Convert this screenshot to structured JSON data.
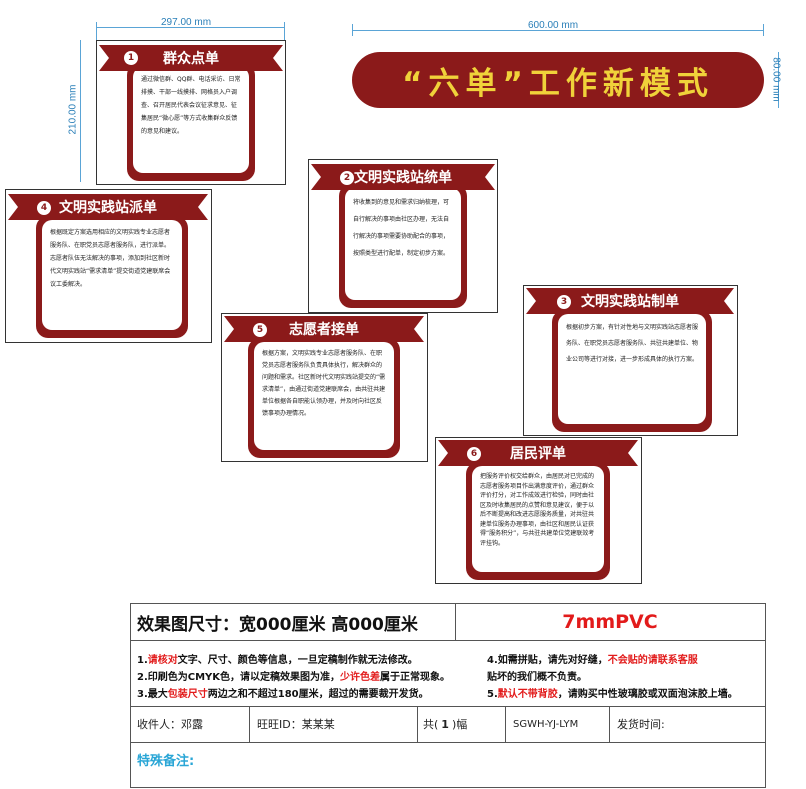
{
  "dimensions": {
    "width_label": "297.00 mm",
    "height_label": "210.00 mm",
    "banner_width_label": "600.00 mm",
    "banner_height_label": "80.00 mm"
  },
  "banner": {
    "title": "“六单”工作新模式"
  },
  "signs": [
    {
      "number": "1",
      "title": "群众点单",
      "text": "通过微信群、QQ群、电话采访、日常排摸、干部一线摸排、网格员入户调查、召开居民代表会议征求意见、征集居民“微心愿”等方式收集群众反馈的意见和建议。"
    },
    {
      "number": "2",
      "title": "文明实践站统单",
      "text": "将收集到的意见和需求归纳梳理，可自行解决的事项由社区办理，无法自行解决的事项需要协助配合的事项，按照类型进行配单，制定初步方案。"
    },
    {
      "number": "3",
      "title": "文明实践站制单",
      "text": "根据初步方案，有针对性地与文明实践站志愿者服务队、在职党员志愿者服务队、共驻共建单位、物业公司等进行对接，进一步形成具体的执行方案。"
    },
    {
      "number": "4",
      "title": "文明实践站派单",
      "text": "根据既定方案选用相应的文明实践专业志愿者服务队、在职党员志愿者服务队，进行派单。志愿者队伍无法解决的事项，添加到社区新时代文明实践站“需求清单”提交街道党建联席会议工委解决。"
    },
    {
      "number": "5",
      "title": "志愿者接单",
      "text": "根据方案，文明实践专业志愿者服务队、在职党员志愿者服务队负责具体执行，解决群众的问题和需求。社区新时代文明实践站提交的“需求清单”，由通过街道党建联席会，由共驻共建单位根据各自职能认领办理，并及时向社区反馈事项办理情况。"
    },
    {
      "number": "6",
      "title": "居民评单",
      "text": "把服务评价权交给群众，由居民对已完成的志愿者服务项目作出满意度评价，通过群众评价打分，对工作成效进行检验，同时由社区及时收集居民的点赞和意见建议，便于以后不断提高和改进志愿服务质量，对共驻共建单位服务办理事项，由社区和居民认证获得“服务积分”，与共驻共建单位党建联效考评挂钩。"
    }
  ],
  "form": {
    "size_label": "效果图尺寸：宽000厘米  高000厘米",
    "material": "7mmPVC",
    "notes_left": [
      {
        "pre": "1.",
        "red": "请核对",
        "post": "文字、尺寸、颜色等信息，一旦定稿制作就无法修改。"
      },
      {
        "pre": "2.印刷色为CMYK色，请以定稿效果图为准，",
        "red": "少许色差",
        "post": "属于正常现象。"
      },
      {
        "pre": "3.最大",
        "red": "包装尺寸",
        "post": "两边之和不超过180厘米，超过的需要裁开发货。"
      }
    ],
    "notes_right": [
      {
        "pre": "4.如需拼贴，请先对好缝，",
        "red": "不会贴的请联系客服",
        "post": ""
      },
      {
        "pre": "   贴坏的我们概不负责。",
        "red": "",
        "post": ""
      },
      {
        "pre": "5.",
        "red": "默认不带背胶",
        "post": "，请购买中性玻璃胶或双面泡沫胶上墙。"
      }
    ],
    "receiver_label": "收件人：邓露",
    "wangwang_label": "旺旺ID：某某某",
    "count_pre": "共(",
    "count_value": "1",
    "count_post": ")幅",
    "code": "SGWH-YJ-LYM",
    "ship_time_label": "发货时间:",
    "special_label": "特殊备注:"
  },
  "colors": {
    "brand_red": "#8b1a1a",
    "banner_text": "#f0d23a",
    "alert_red": "#e21b1b",
    "note_blue": "#2aa6d6"
  }
}
